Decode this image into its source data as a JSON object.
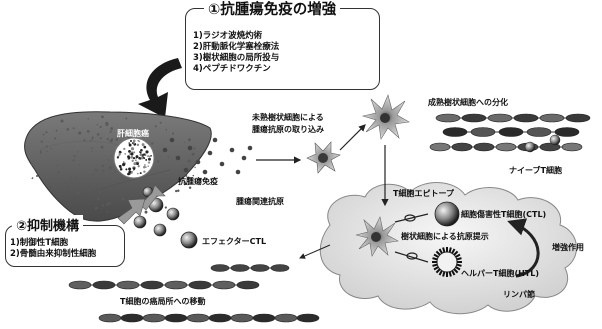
{
  "box1": {
    "title": "①抗腫瘍免疫の増強",
    "items": [
      "1)ラジオ波焼灼術",
      "2)肝動脈化学塞栓療法",
      "3)樹状細胞の局所投与",
      "4)ペプチドワクチン"
    ]
  },
  "box2": {
    "title": "②抑制機構",
    "items": [
      "1)制御性T細胞",
      "2)骨髄由来抑制性細胞"
    ]
  },
  "labels": {
    "liver_cancer": "肝細胞癌",
    "antitumor_immunity": "抗腫瘍免疫",
    "tumor_antigen": "腫瘍関連抗原",
    "immature_dc": "未熟樹状細胞による\n腫瘍抗原の取り込み",
    "mature_dc": "成熟樹状細胞への分化",
    "naive_t": "ナイーブT細胞",
    "t_epitope": "T細胞エピトープ",
    "ctl": "細胞傷害性T細胞(CTL)",
    "antigen_presentation": "樹状細胞による抗原提示",
    "htl": "ヘルパーT細胞(HTL)",
    "enhancement": "増強作用",
    "lymph_node": "リンパ節",
    "effector_ctl": "エフェクターCTL",
    "t_migration": "T細胞の癌局所への移動"
  }
}
